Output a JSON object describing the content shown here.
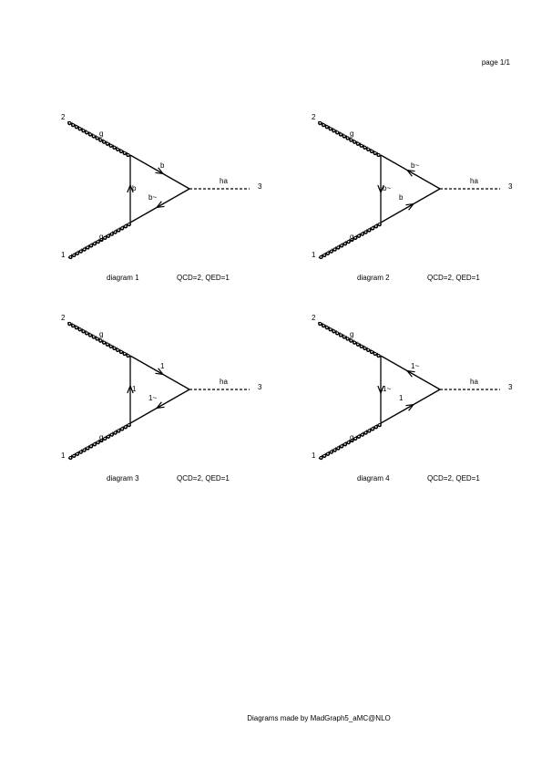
{
  "page_label": "page 1/1",
  "footer": "Diagrams made by MadGraph5_aMC@NLO",
  "diagrams": [
    {
      "caption": "diagram 1",
      "couplings": "QCD=2, QED=1",
      "ext_top": "2",
      "ext_bottom": "1",
      "ext_right": "3",
      "gluon_top": "g",
      "gluon_bottom": "g",
      "higgs": "ha",
      "upper_edge": "b",
      "lower_edge": "b~",
      "vertical_edge": "b",
      "upper_dir": "out",
      "lower_dir": "in",
      "vertical_dir": "up"
    },
    {
      "caption": "diagram 2",
      "couplings": "QCD=2, QED=1",
      "ext_top": "2",
      "ext_bottom": "1",
      "ext_right": "3",
      "gluon_top": "g",
      "gluon_bottom": "g",
      "higgs": "ha",
      "upper_edge": "b~",
      "lower_edge": "b",
      "vertical_edge": "b~",
      "upper_dir": "in",
      "lower_dir": "out",
      "vertical_dir": "down"
    },
    {
      "caption": "diagram 3",
      "couplings": "QCD=2, QED=1",
      "ext_top": "2",
      "ext_bottom": "1",
      "ext_right": "3",
      "gluon_top": "g",
      "gluon_bottom": "g",
      "higgs": "ha",
      "upper_edge": "1",
      "lower_edge": "1~",
      "vertical_edge": "1",
      "upper_dir": "out",
      "lower_dir": "in",
      "vertical_dir": "up"
    },
    {
      "caption": "diagram 4",
      "couplings": "QCD=2, QED=1",
      "ext_top": "2",
      "ext_bottom": "1",
      "ext_right": "3",
      "gluon_top": "g",
      "gluon_bottom": "g",
      "higgs": "ha",
      "upper_edge": "1~",
      "lower_edge": "1",
      "vertical_edge": "1~",
      "upper_dir": "in",
      "lower_dir": "out",
      "vertical_dir": "down"
    }
  ]
}
